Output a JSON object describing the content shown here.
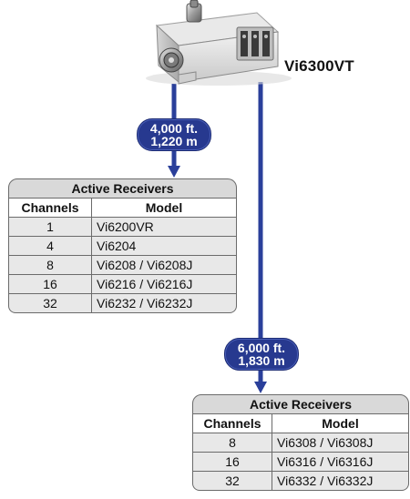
{
  "device": {
    "name": "Vi6300VT"
  },
  "links": [
    {
      "distance_ft": "4,000 ft.",
      "distance_m": "1,220 m",
      "table": {
        "title": "Active Receivers",
        "col_channels": "Channels",
        "col_model": "Model",
        "rows": [
          {
            "channels": "1",
            "model": "Vi6200VR"
          },
          {
            "channels": "4",
            "model": "Vi6204"
          },
          {
            "channels": "8",
            "model": "Vi6208 / Vi6208J"
          },
          {
            "channels": "16",
            "model": "Vi6216 / Vi6216J"
          },
          {
            "channels": "32",
            "model": "Vi6232 / Vi6232J"
          }
        ]
      }
    },
    {
      "distance_ft": "6,000 ft.",
      "distance_m": "1,830 m",
      "table": {
        "title": "Active Receivers",
        "col_channels": "Channels",
        "col_model": "Model",
        "rows": [
          {
            "channels": "8",
            "model": "Vi6308 / Vi6308J"
          },
          {
            "channels": "16",
            "model": "Vi6316 / Vi6316J"
          },
          {
            "channels": "32",
            "model": "Vi6332 / Vi6332J"
          }
        ]
      }
    }
  ],
  "colors": {
    "cable": "#2a3f9a",
    "badge": "#27398f",
    "table_header": "#d9d9d9",
    "table_row": "#e8e8e8"
  },
  "icons": {
    "device": "transmitter-device-icon",
    "connector": "bnc-connector-icon",
    "arrow": "arrow-down-icon"
  }
}
